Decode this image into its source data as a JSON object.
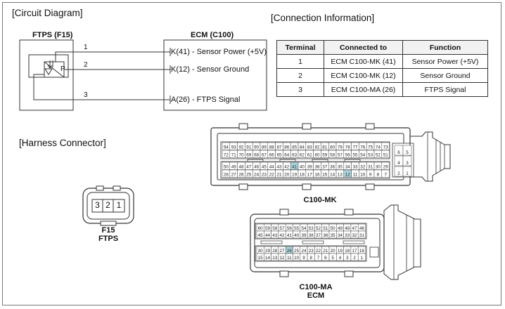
{
  "sections": {
    "circuit": "[Circuit Diagram]",
    "connection": "[Connection Information]",
    "harness": "[Harness Connector]"
  },
  "circuit": {
    "ftps_title": "FTPS (F15)",
    "ecm_title": "ECM (C100)",
    "sensor_p": "P",
    "wires": [
      {
        "num": "1",
        "ecm_pin": "K",
        "label": "(41) - Sensor Power (+5V)"
      },
      {
        "num": "2",
        "ecm_pin": "K",
        "label": "(12) - Sensor Ground"
      },
      {
        "num": "3",
        "ecm_pin": "A",
        "label": "(26) - FTPS Signal"
      }
    ]
  },
  "table": {
    "headers": [
      "Terminal",
      "Connected to",
      "Function"
    ],
    "rows": [
      [
        "1",
        "ECM C100-MK (41)",
        "Sensor Power (+5V)"
      ],
      [
        "2",
        "ECM C100-MK (12)",
        "Sensor Ground"
      ],
      [
        "3",
        "ECM C100-MA (26)",
        "FTPS Signal"
      ]
    ]
  },
  "f15": {
    "pins": [
      "3",
      "2",
      "1"
    ],
    "caption1": "F15",
    "caption2": "FTPS"
  },
  "mk": {
    "caption": "C100-MK",
    "rows": [
      [
        "94",
        "93",
        "92",
        "91",
        "90",
        "89",
        "88",
        "87",
        "86",
        "85",
        "84",
        "83",
        "82",
        "81",
        "80",
        "79",
        "78",
        "77",
        "76",
        "75",
        "74",
        "73"
      ],
      [
        "72",
        "71",
        "70",
        "69",
        "68",
        "67",
        "66",
        "65",
        "64",
        "63",
        "62",
        "61",
        "60",
        "59",
        "58",
        "57",
        "56",
        "55",
        "54",
        "53",
        "52",
        "51"
      ],
      [
        "50",
        "49",
        "48",
        "47",
        "46",
        "45",
        "44",
        "43",
        "42",
        "41",
        "40",
        "39",
        "38",
        "37",
        "36",
        "35",
        "34",
        "33",
        "32",
        "31",
        "30",
        "29"
      ],
      [
        "28",
        "27",
        "26",
        "25",
        "24",
        "23",
        "22",
        "21",
        "20",
        "19",
        "18",
        "17",
        "16",
        "15",
        "14",
        "13",
        "12",
        "11",
        "10",
        "9",
        "8",
        "7"
      ]
    ],
    "side": [
      [
        "6",
        "5"
      ],
      [
        "4",
        "3"
      ],
      [
        "2",
        "1"
      ]
    ],
    "highlight": [
      "41",
      "12"
    ],
    "highlight_color": "#a9d4dc"
  },
  "ma": {
    "caption1": "C100-MA",
    "caption2": "ECM",
    "rows": [
      [
        "60",
        "59",
        "58",
        "57",
        "56",
        "55",
        "54",
        "53",
        "52",
        "51",
        "50",
        "49",
        "48",
        "47",
        "46"
      ],
      [
        "45",
        "44",
        "43",
        "42",
        "41",
        "40",
        "39",
        "38",
        "37",
        "36",
        "35",
        "34",
        "33",
        "32",
        "31"
      ],
      [
        "30",
        "29",
        "28",
        "27",
        "26",
        "25",
        "24",
        "23",
        "22",
        "21",
        "20",
        "19",
        "18",
        "17",
        "16"
      ],
      [
        "15",
        "14",
        "13",
        "12",
        "11",
        "10",
        "9",
        "8",
        "7",
        "6",
        "5",
        "4",
        "3",
        "2",
        "1"
      ]
    ],
    "highlight": [
      "26"
    ],
    "highlight_color": "#a9d4dc"
  }
}
